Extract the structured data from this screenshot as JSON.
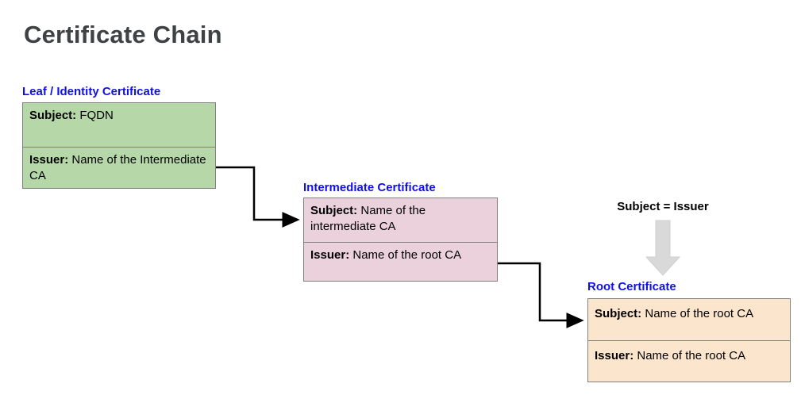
{
  "title": "Certificate Chain",
  "colors": {
    "page_bg": "#ffffff",
    "title_color": "#3f4245",
    "label_blue": "#0f0fe8",
    "leaf_fill": "#b6d7a8",
    "intermediate_fill": "#ead1dc",
    "root_fill": "#fce5cd",
    "box_border": "#808080",
    "connector": "#000000",
    "block_arrow_fill": "#d9d9d9"
  },
  "certificates": {
    "leaf": {
      "label": "Leaf / Identity Certificate",
      "subject_label": "Subject:",
      "subject_value": " FQDN",
      "issuer_label": "Issuer:",
      "issuer_value": " Name of the Intermediate CA"
    },
    "intermediate": {
      "label": "Intermediate Certificate",
      "subject_label": "Subject:",
      "subject_value": " Name of the intermediate CA",
      "issuer_label": "Issuer:",
      "issuer_value": " Name of the root CA"
    },
    "root": {
      "label": "Root Certificate",
      "subject_label": "Subject:",
      "subject_value": " Name of the root CA",
      "issuer_label": "Issuer:",
      "issuer_value": " Name of the root CA"
    }
  },
  "annotation": {
    "text": "Subject = Issuer"
  }
}
